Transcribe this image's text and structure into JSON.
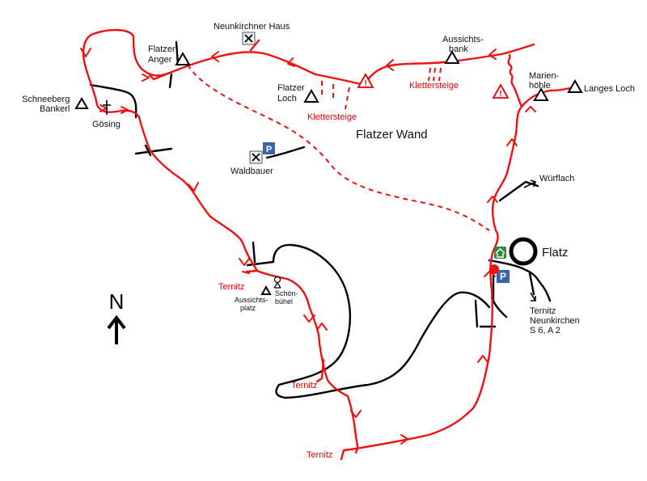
{
  "places": {
    "neunkirchner_haus": "Neunkirchner Haus",
    "flatzer_anger": [
      "Flatzer",
      "Anger"
    ],
    "aussichtsbank": [
      "Aussichts-",
      "bank"
    ],
    "marienhoehle": [
      "Marien-",
      "höhle"
    ],
    "langes_loch": "Langes Loch",
    "flatzer_loch": [
      "Flatzer",
      "Loch"
    ],
    "klettersteige_1": "Klettersteige",
    "klettersteige_2": "Klettersteige",
    "flatzer_wand": "Flatzer Wand",
    "schneeberg_bankerl": [
      "Schneeberg",
      "Bankerl"
    ],
    "goesing": "Gösing",
    "waldbauer": "Waldbauer",
    "wuerflach": "Würflach",
    "flatz": "Flatz",
    "ternitz_1": "Ternitz",
    "ternitz_2": "Ternitz",
    "ternitz_3": "Ternitz",
    "aussichtsplatz": [
      "Aussichts-",
      "platz"
    ],
    "schoenbuehel": [
      "Schön-",
      "bühel"
    ],
    "ternitz_neunkirchen": [
      "Ternitz",
      "Neunkirchen",
      "S 6, A 2"
    ]
  },
  "compass": {
    "label": "N"
  },
  "symbols": {
    "parking_label": "P",
    "warning_label": "!"
  },
  "colors": {
    "trail": "#ee1111",
    "road": "#000000",
    "parking": "#3a64ac",
    "hut": "#2e8b3e"
  }
}
